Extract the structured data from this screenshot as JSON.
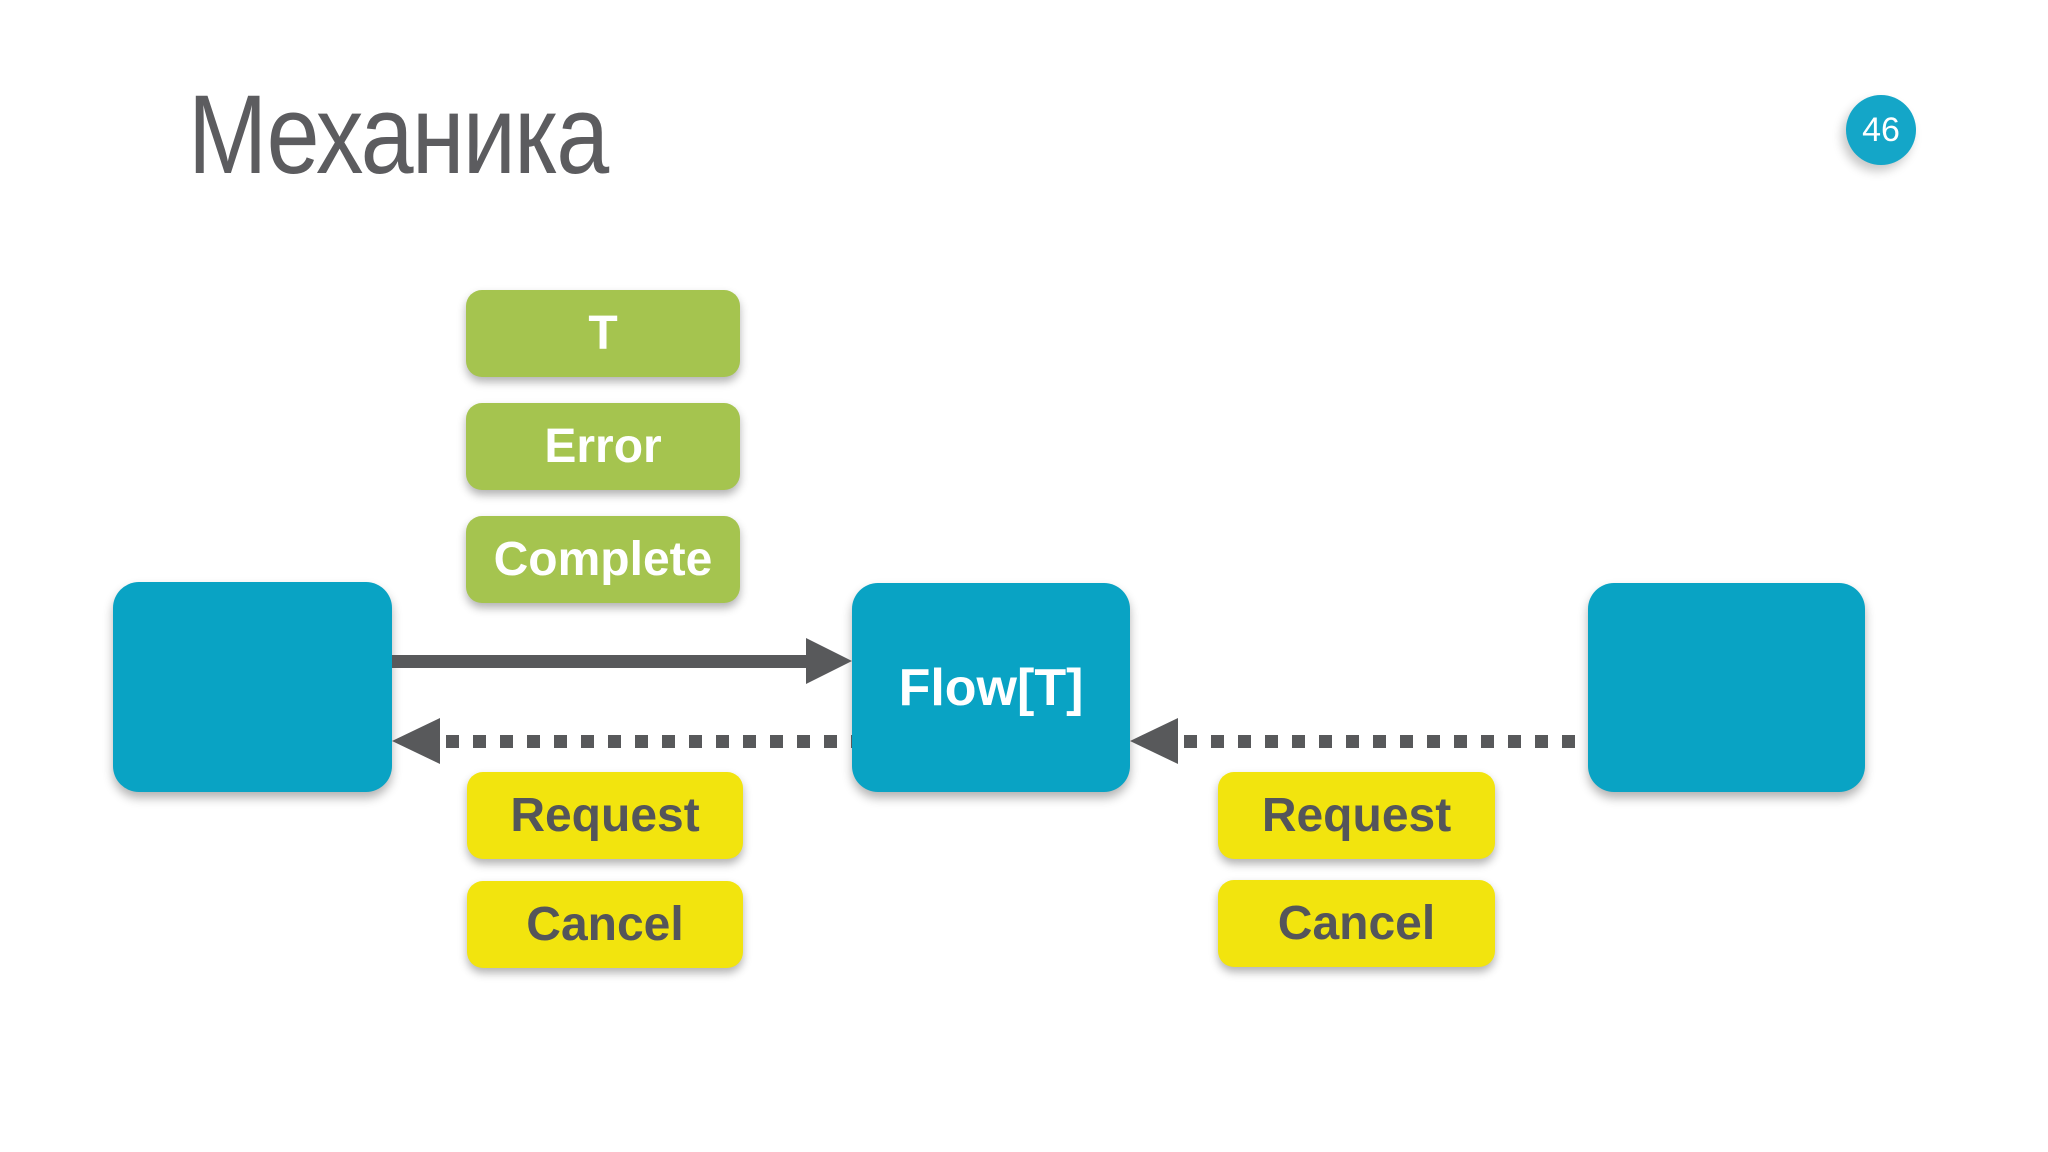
{
  "slide": {
    "title": "Механика",
    "page_number": "46"
  },
  "diagram": {
    "flow_box_label": "Flow[T]",
    "downstream_event_labels": [
      "T",
      "Error",
      "Complete"
    ],
    "left_upstream_event_labels": [
      "Request",
      "Cancel"
    ],
    "right_upstream_event_labels": [
      "Request",
      "Cancel"
    ]
  },
  "colors": {
    "teal_box": "#09a3c4",
    "badge_teal": "#14a6c8",
    "green_label": "#a5c44f",
    "yellow_label": "#f2e40e",
    "arrow_gray": "#58595b",
    "title_gray": "#5c5c5f",
    "yellow_label_text": "#54555a",
    "white_text": "#ffffff",
    "background": "#ffffff"
  }
}
